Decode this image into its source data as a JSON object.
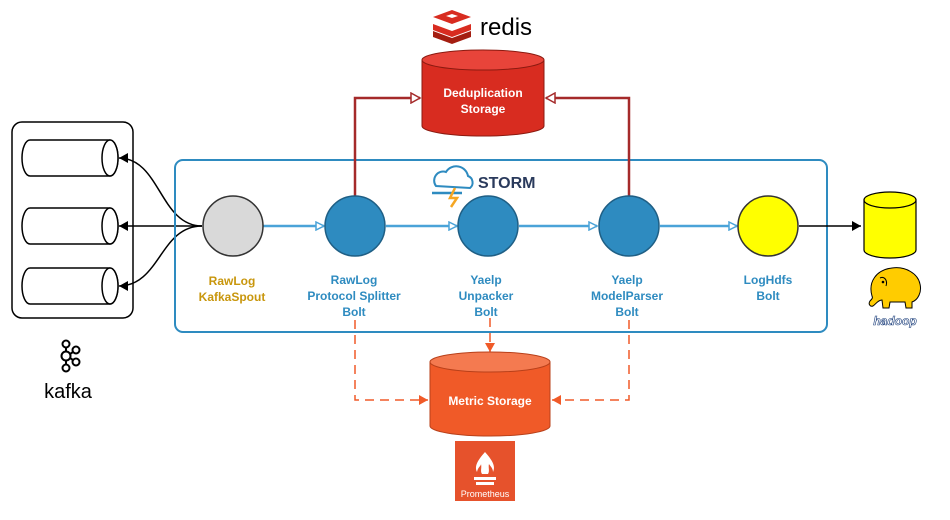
{
  "brands": {
    "redis": "redis",
    "storm": "STORM",
    "kafka": "kafka",
    "prometheus": "Prometheus",
    "hadoop": "hadoop"
  },
  "storage": {
    "dedup_line1": "Deduplication",
    "dedup_line2": "Storage",
    "metric": "Metric Storage"
  },
  "nodes": {
    "spout": [
      "RawLog",
      "KafkaSpout"
    ],
    "splitter": [
      "RawLog",
      "Protocol Splitter",
      "Bolt"
    ],
    "unpacker": [
      "Yaelp",
      "Unpacker",
      "Bolt"
    ],
    "parser": [
      "Yaelp",
      "ModelParser",
      "Bolt"
    ],
    "hdfs": [
      "LogHdfs",
      "Bolt"
    ]
  },
  "colors": {
    "redis_red": "#d82c20",
    "storm_blue": "#2e8bc0",
    "arrow_blue": "#4aa3d8",
    "spout_gray": "#d9d9d9",
    "spout_label": "#c8960c",
    "node_label": "#2e8bc0",
    "hdfs_yellow": "#ffff00",
    "metric_orange": "#f05a28",
    "dark_red": "#a52a2a"
  },
  "icons": [
    "redis-icon",
    "storm-cloud-icon",
    "kafka-icon",
    "prometheus-icon",
    "hadoop-elephant-icon"
  ]
}
